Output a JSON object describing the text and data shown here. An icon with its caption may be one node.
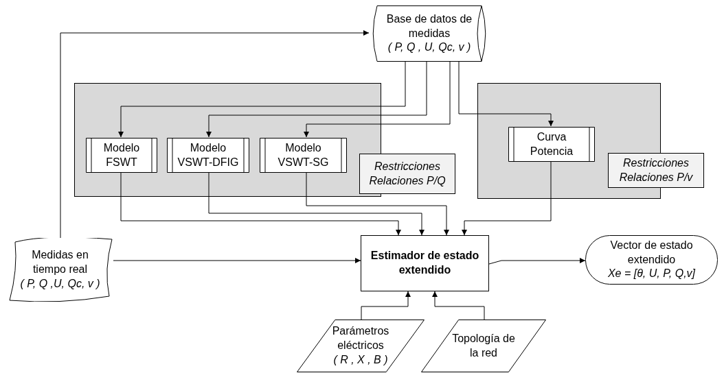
{
  "diagram": {
    "nodes": [
      {
        "text": [
          "Base de datos de medidas",
          "( P, Q , U, Qc, v )"
        ]
      },
      {
        "text": [],
        "shape": "box"
      },
      {
        "text": [
          "Modelo FSWT"
        ],
        "in": 1
      },
      {
        "text": [
          "Modelo VSWT-DFIG"
        ],
        "in": 1
      },
      {
        "text": [
          "Modelo VSWT-SG"
        ],
        "in": 1
      },
      {
        "text": [
          "Restricciones Relaciones P/Q"
        ]
      },
      {
        "text": [],
        "shape": "box"
      },
      {
        "text": [
          "Curva Potencia"
        ],
        "in": 6
      },
      {
        "text": [
          "Restricciones Relaciones P/v"
        ]
      },
      {
        "text": [
          "Medidas en tiempo real",
          "( P, Q ,U, Qc, v )"
        ]
      },
      {
        "text": [
          "Estimador de estado extendido"
        ]
      },
      {
        "text": [
          "Vector de estado extendido",
          "Xe = [θ, U, P, Q,v]"
        ]
      },
      {
        "text": [
          "Parámetros eléctricos",
          "( R , X , B )"
        ]
      },
      {
        "text": [
          "Topología de la red"
        ]
      }
    ],
    "edges": [
      {
        "from": 9,
        "to": 0,
        "arrow": "to"
      },
      {
        "from": 0,
        "to": 2,
        "arrow": "to"
      },
      {
        "from": 0,
        "to": 3,
        "arrow": "to"
      },
      {
        "from": 0,
        "to": 4,
        "arrow": "to"
      },
      {
        "from": 0,
        "to": 7,
        "arrow": "to"
      },
      {
        "from": 2,
        "to": 10,
        "arrow": "to"
      },
      {
        "from": 3,
        "to": 10,
        "arrow": "to"
      },
      {
        "from": 4,
        "to": 10,
        "arrow": "to"
      },
      {
        "from": 7,
        "to": 10,
        "arrow": "to"
      },
      {
        "from": 9,
        "to": 10,
        "arrow": "to"
      },
      {
        "from": 10,
        "to": 11,
        "arrow": "to"
      },
      {
        "from": 12,
        "to": 10,
        "arrow": "to"
      },
      {
        "from": 13,
        "to": 10,
        "arrow": "to"
      }
    ]
  }
}
